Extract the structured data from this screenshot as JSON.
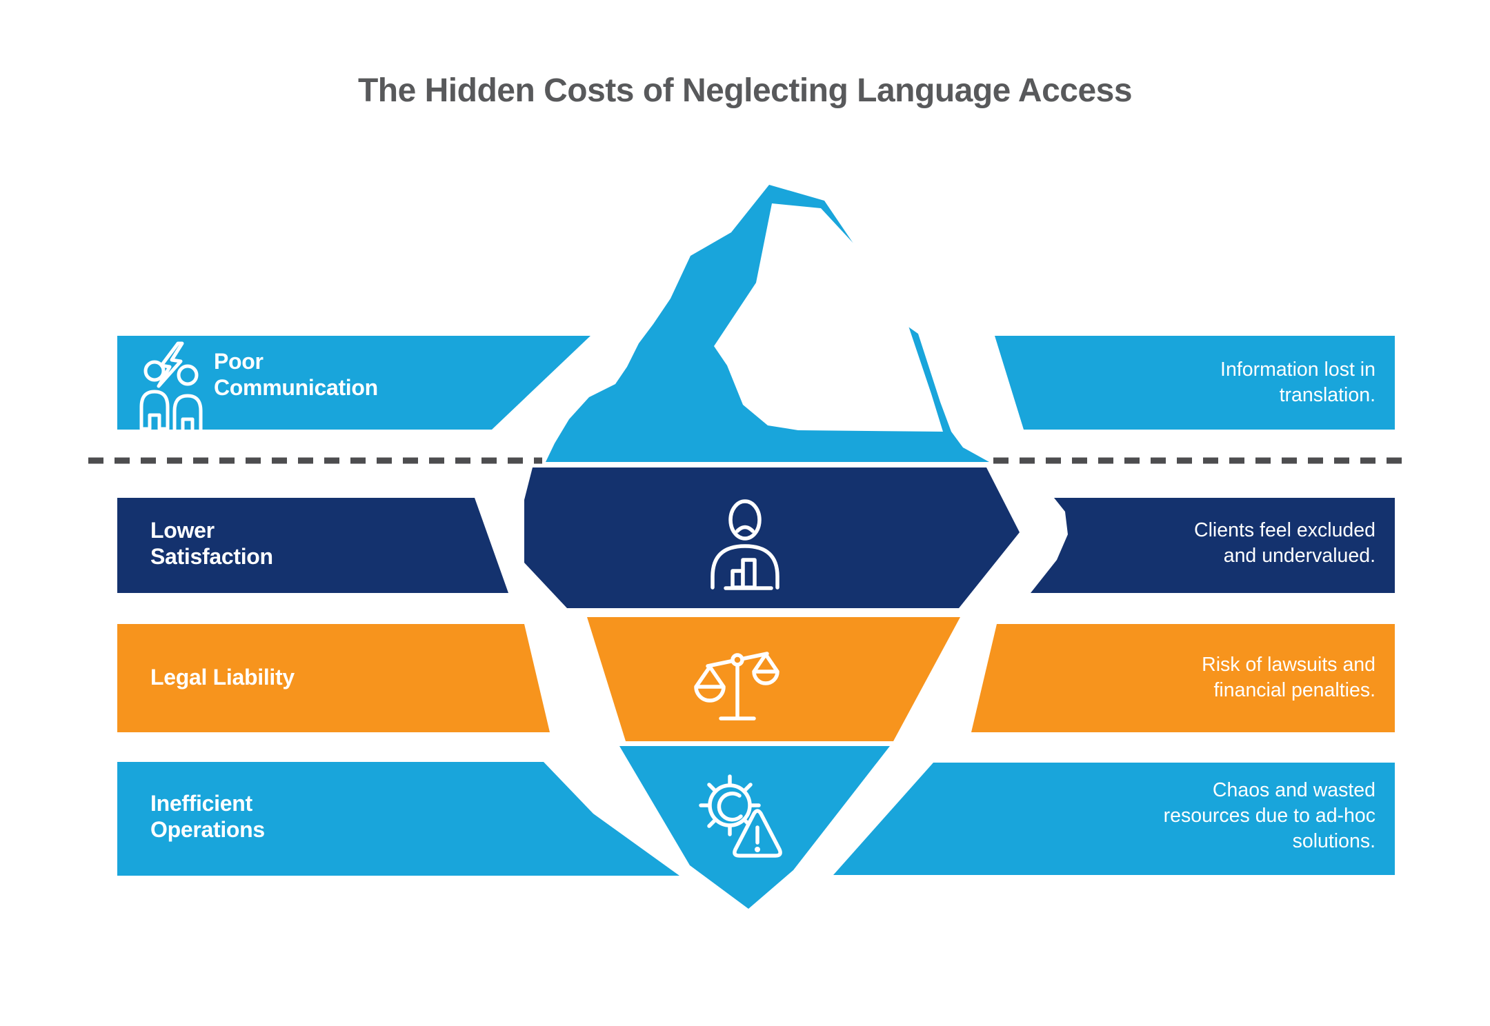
{
  "title": "The Hidden Costs of Neglecting Language Access",
  "colors": {
    "light_blue": "#19A5DB",
    "navy": "#14326E",
    "orange": "#F7941D",
    "title_gray": "#58595B",
    "waterline_gray": "#4D4D4F",
    "white": "#FFFFFF"
  },
  "waterline": {
    "style": "dashed",
    "meaning": "surface line between visible and hidden costs"
  },
  "rows": [
    {
      "id": "poor-communication",
      "position": "above-waterline",
      "color": "#19A5DB",
      "icon": "people-conflict-icon",
      "label": "Poor Communication",
      "label_lines": [
        "Poor",
        "Communication"
      ],
      "description": "Information lost in translation.",
      "desc_lines": [
        "Information lost in",
        "translation."
      ]
    },
    {
      "id": "lower-satisfaction",
      "position": "below-waterline",
      "color": "#14326E",
      "icon": "sad-client-desk-icon",
      "label": "Lower Satisfaction",
      "label_lines": [
        "Lower",
        "Satisfaction"
      ],
      "description": "Clients feel excluded and undervalued.",
      "desc_lines": [
        "Clients feel excluded",
        "and undervalued."
      ]
    },
    {
      "id": "legal-liability",
      "position": "below-waterline",
      "color": "#F7941D",
      "icon": "justice-scales-icon",
      "label": "Legal Liability",
      "label_lines": [
        "Legal Liability"
      ],
      "description": "Risk of lawsuits and financial penalties.",
      "desc_lines": [
        "Risk of lawsuits and",
        "financial penalties."
      ]
    },
    {
      "id": "inefficient-operations",
      "position": "below-waterline",
      "color": "#19A5DB",
      "icon": "gear-warning-icon",
      "label": "Inefficient Operations",
      "label_lines": [
        "Inefficient",
        "Operations"
      ],
      "description": "Chaos and wasted resources due to ad-hoc solutions.",
      "desc_lines": [
        "Chaos and wasted",
        "resources due to ad-hoc",
        "solutions."
      ]
    }
  ]
}
